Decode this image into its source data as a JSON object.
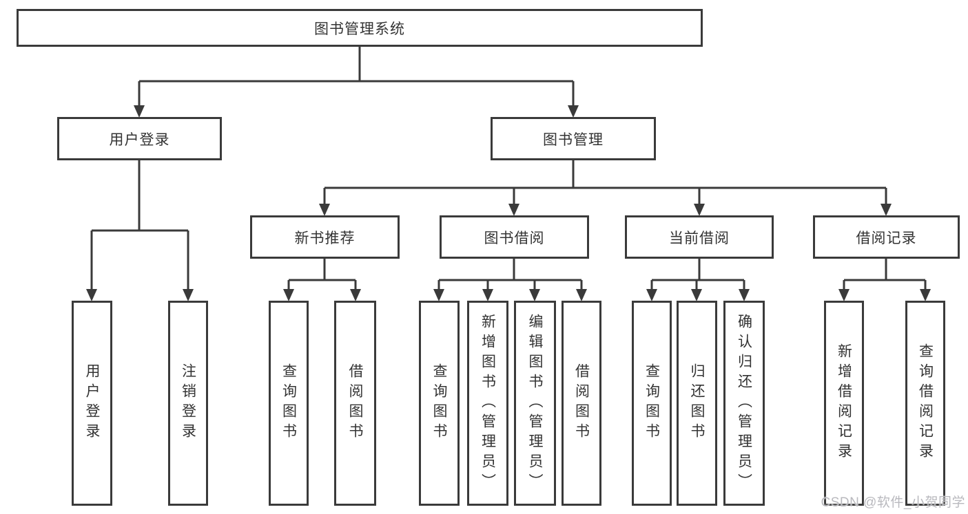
{
  "colors": {
    "line": "#3a3a3a",
    "box_border": "#3a3a3a",
    "text": "#333333",
    "background": "#ffffff",
    "watermark": "#b9b9be"
  },
  "diagram": {
    "root": {
      "label": "图书管理系统"
    },
    "level2": [
      {
        "label": "用户登录"
      },
      {
        "label": "图书管理"
      }
    ],
    "level3": [
      {
        "label": "新书推荐"
      },
      {
        "label": "图书借阅"
      },
      {
        "label": "当前借阅"
      },
      {
        "label": "借阅记录"
      }
    ],
    "leaves": [
      {
        "label": "用户登录"
      },
      {
        "label": "注销登录"
      },
      {
        "label": "查询图书"
      },
      {
        "label": "借阅图书"
      },
      {
        "label": "查询图书"
      },
      {
        "label": "新增图书（管理员）"
      },
      {
        "label": "编辑图书（管理员）"
      },
      {
        "label": "借阅图书"
      },
      {
        "label": "查询图书"
      },
      {
        "label": "归还图书"
      },
      {
        "label": "确认归还（管理员）"
      },
      {
        "label": "新增借阅记录"
      },
      {
        "label": "查询借阅记录"
      }
    ]
  },
  "watermark": {
    "text": "CSDN @软件_小贺同学"
  }
}
